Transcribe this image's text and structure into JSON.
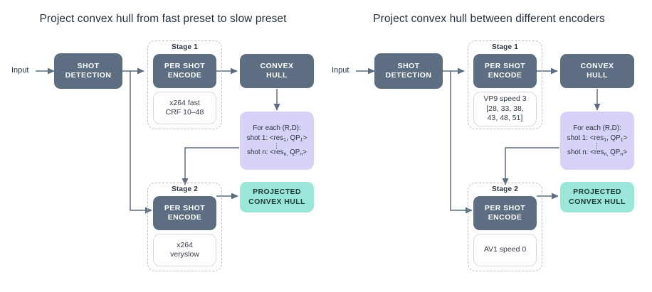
{
  "figure": {
    "type": "flow-diagram",
    "background": "#ffffff",
    "colors": {
      "process_node": "#5d6d82",
      "config_node": "#ffffff",
      "config_border": "#d3d8de",
      "data_node": "#d7d2f7",
      "output_node": "#9ae7d9",
      "stage_border": "#b9bfc7",
      "connector": "#5d6d82",
      "text_dark": "#2b3340"
    }
  },
  "panels": [
    {
      "id": "left",
      "title": "Project convex hull from fast preset to slow preset",
      "input_label": "Input",
      "shot_detection": "SHOT\nDETECTION",
      "shot_detection_l1": "SHOT",
      "shot_detection_l2": "DETECTION",
      "stage1": {
        "label": "Stage 1",
        "encode_l1": "PER SHOT",
        "encode_l2": "ENCODE",
        "config_l1": "x264 fast",
        "config_l2": "CRF 10–48",
        "config_l3": ""
      },
      "convex_hull_l1": "CONVEX",
      "convex_hull_l2": "HULL",
      "rd": {
        "line1": "For each (R,D):",
        "line2_pre": "shot 1: <res",
        "line2_sub1": "1",
        "line2_mid": ", QP",
        "line2_sub2": "1",
        "line2_post": ">",
        "dots": "⋮",
        "line3_pre": "shot n: <res",
        "line3_sub1": "n,",
        "line3_mid": " QP",
        "line3_sub2": "n",
        "line3_post": ">"
      },
      "stage2": {
        "label": "Stage 2",
        "encode_l1": "PER SHOT",
        "encode_l2": "ENCODE",
        "config_l1": "x264",
        "config_l2": "veryslow",
        "config_l3": ""
      },
      "output_l1": "PROJECTED",
      "output_l2": "CONVEX HULL"
    },
    {
      "id": "right",
      "title": "Project convex hull between different encoders",
      "input_label": "Input",
      "shot_detection_l1": "SHOT",
      "shot_detection_l2": "DETECTION",
      "stage1": {
        "label": "Stage 1",
        "encode_l1": "PER SHOT",
        "encode_l2": "ENCODE",
        "config_l1": "VP9 speed 3",
        "config_l2": "[28, 33, 38,",
        "config_l3": "43, 48, 51]"
      },
      "convex_hull_l1": "CONVEX",
      "convex_hull_l2": "HULL",
      "rd": {
        "line1": "For each (R,D):",
        "line2_pre": "shot 1: <res",
        "line2_sub1": "1",
        "line2_mid": ", QP",
        "line2_sub2": "1",
        "line2_post": ">",
        "dots": "⋮",
        "line3_pre": "shot n: <res",
        "line3_sub1": "n,",
        "line3_mid": " QP",
        "line3_sub2": "n",
        "line3_post": ">"
      },
      "stage2": {
        "label": "Stage 2",
        "encode_l1": "PER SHOT",
        "encode_l2": "ENCODE",
        "config_l1": "AV1 speed 0",
        "config_l2": "",
        "config_l3": ""
      },
      "output_l1": "PROJECTED",
      "output_l2": "CONVEX HULL"
    }
  ]
}
